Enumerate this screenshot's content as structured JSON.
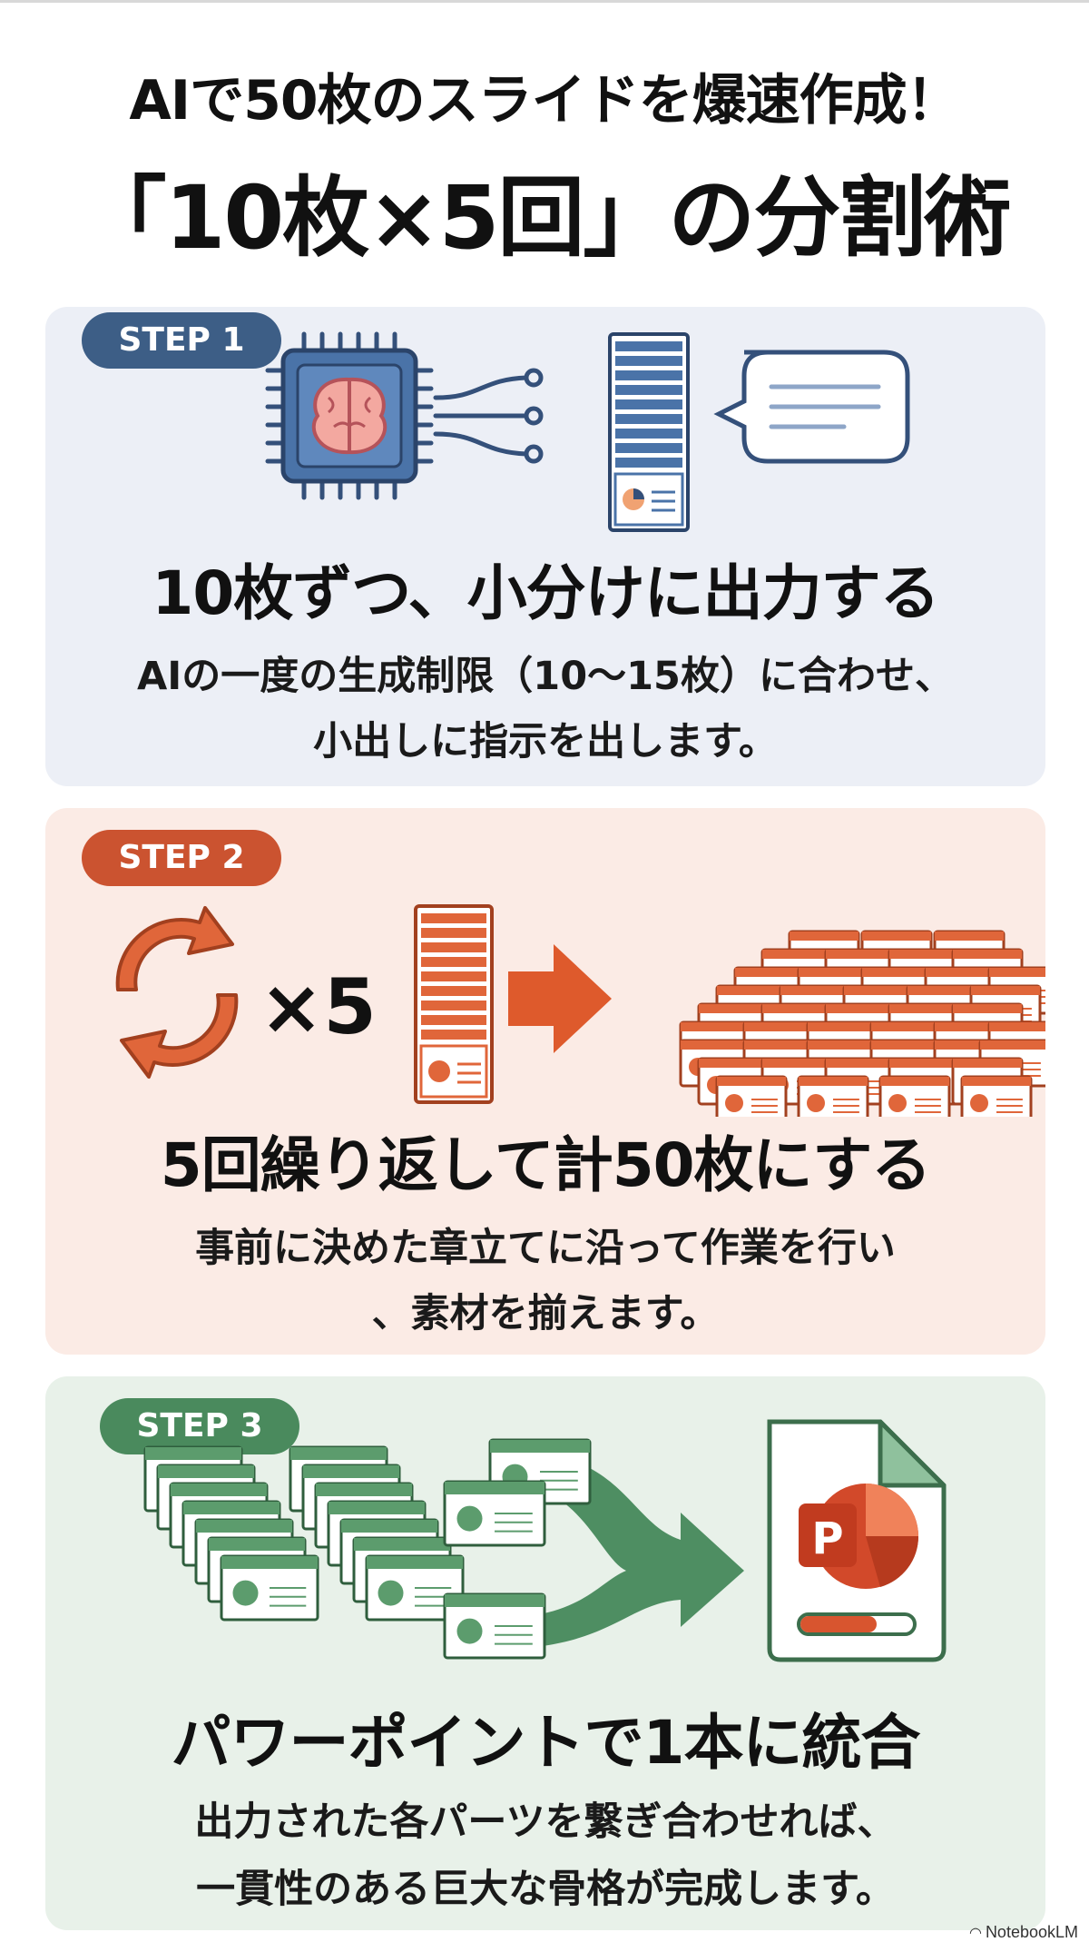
{
  "title": {
    "line1": "AIで50枚のスライドを爆速作成！",
    "line2": "「10枚×5回」の分割術"
  },
  "steps": [
    {
      "badge": "STEP 1",
      "heading": "10枚ずつ、小分けに出力する",
      "body_line1": "AIの一度の生成制限（10〜15枚）に合わせ、",
      "body_line2": "小出しに指示を出します。",
      "accent": "#3d5e86",
      "background": "#eceff6"
    },
    {
      "badge": "STEP 2",
      "multiplier": "×5",
      "heading": "5回繰り返して計50枚にする",
      "body_line1": "事前に決めた章立てに沿って作業を行い",
      "body_line2": "、素材を揃えます。",
      "accent": "#cb5330",
      "background": "#fbebe5"
    },
    {
      "badge": "STEP 3",
      "heading": "パワーポイントで1本に統合",
      "body_line1": "出力された各パーツを繋ぎ合わせれば、",
      "body_line2": "一貫性のある巨大な骨格が完成します。",
      "accent": "#4a8a5d",
      "background": "#e8f1e9"
    }
  ],
  "footer": {
    "brand": "NotebookLM",
    "icon": "notebooklm-logo-icon"
  }
}
